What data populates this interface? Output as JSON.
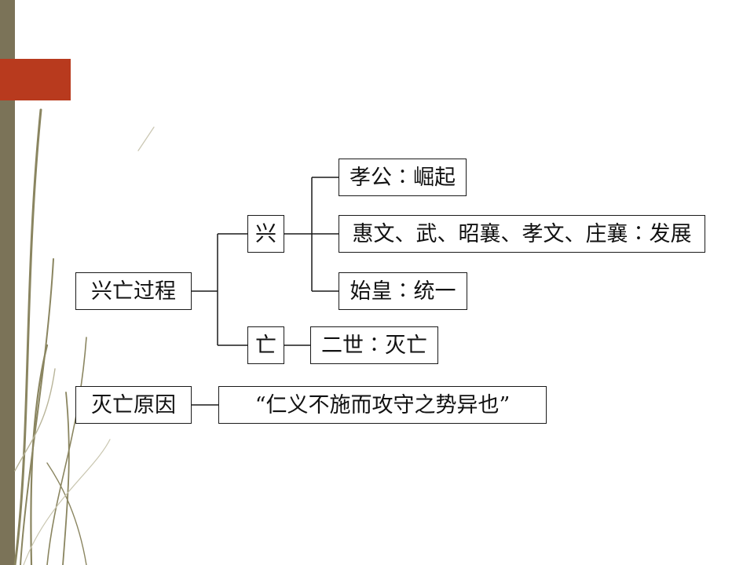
{
  "diagram": {
    "rise_fall_process": "兴亡过程",
    "rise": "兴",
    "fall": "亡",
    "rise_items": [
      "孝公∶崛起",
      "惠文、武、昭襄、孝文、庄襄∶发展",
      "始皇∶统一"
    ],
    "fall_item": "二世∶灭亡",
    "fall_causes": "灭亡原因",
    "cause_text": "“仁义不施而攻守之势异也”"
  },
  "colors": {
    "side_bar": "#7b7358",
    "accent": "#b83a1e",
    "grass": "#8a8560"
  }
}
